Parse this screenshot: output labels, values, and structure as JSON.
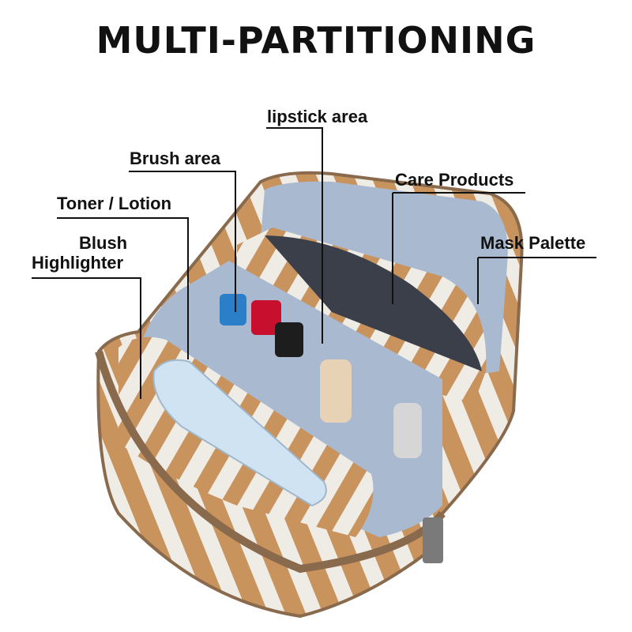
{
  "title": "MULTI-PARTITIONING",
  "labels": {
    "lipstick": "lipstick area",
    "brush": "Brush area",
    "care": "Care Products",
    "toner": "Toner / Lotion",
    "mask": "Mask Palette",
    "blush_line1": "Blush",
    "blush_line2": "Highlighter"
  },
  "colors": {
    "stripe_tan": "#c9935e",
    "stripe_white": "#efece6",
    "lining_blue": "#a9b9cf",
    "trim": "#8a6a4c"
  }
}
